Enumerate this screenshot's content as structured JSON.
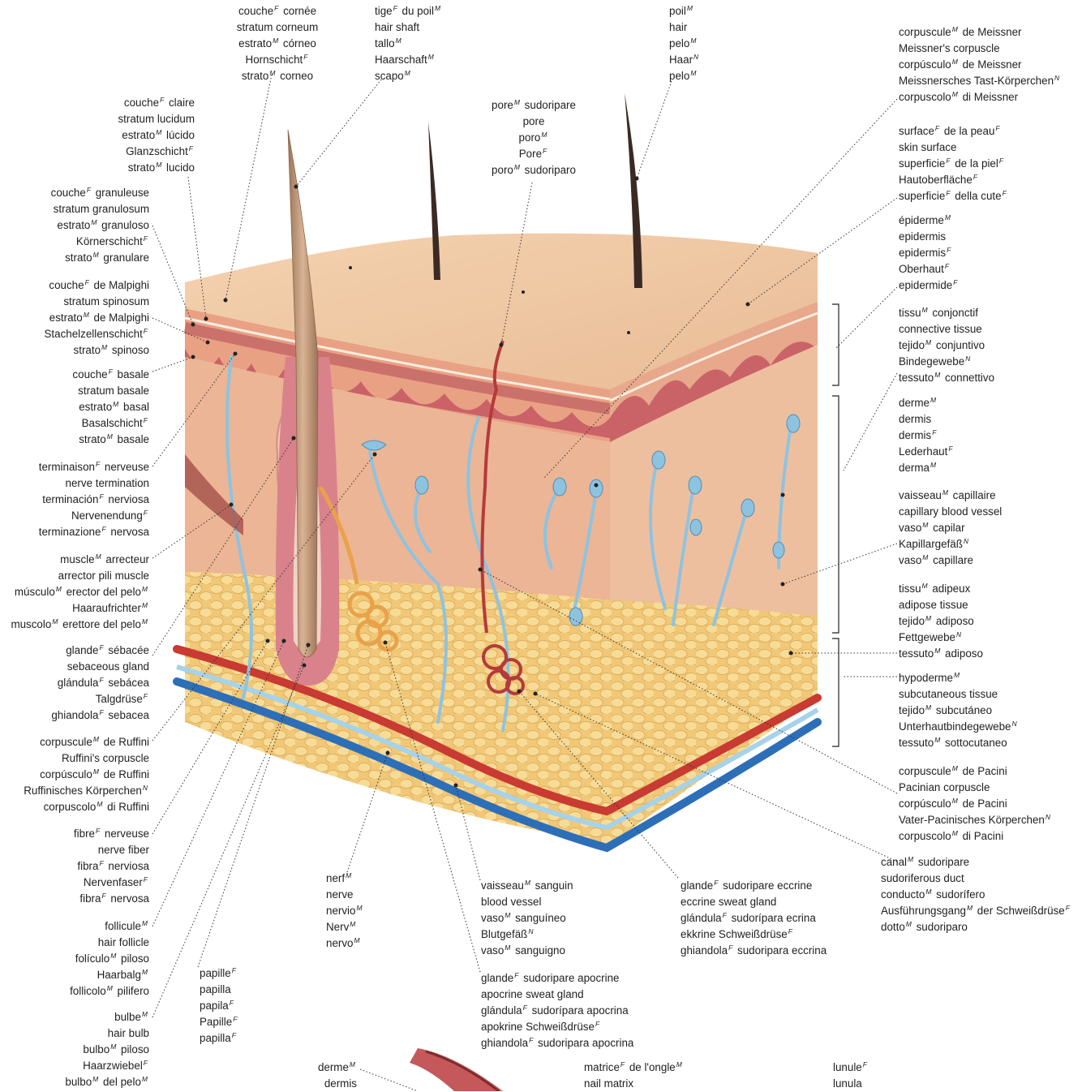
{
  "labels": [
    {
      "id": "stratum-corneum",
      "lines": [
        "couche^F cornée",
        "stratum corneum",
        "estrato^M córneo",
        "Hornschicht^F",
        "strato^M corneo"
      ]
    },
    {
      "id": "hair-shaft",
      "lines": [
        "tige^F du poil^M",
        "hair shaft",
        "tallo^M",
        "Haarschaft^M",
        "scapo^M"
      ]
    },
    {
      "id": "hair",
      "lines": [
        "poil^M",
        "hair",
        "pelo^M",
        "Haar^N",
        "pelo^M"
      ]
    },
    {
      "id": "meissner-corpuscle",
      "lines": [
        "corpuscule^M de Meissner",
        "Meissner's corpuscle",
        "corpúsculo^M de Meissner",
        "Meissnersches Tast-Körperchen^N",
        "corpuscolo^M di Meissner"
      ]
    },
    {
      "id": "stratum-lucidum",
      "lines": [
        "couche^F claire",
        "stratum lucidum",
        "estrato^M lúcido",
        "Glanzschicht^F",
        "strato^M lucido"
      ]
    },
    {
      "id": "pore",
      "lines": [
        "pore^M sudoripare",
        "pore",
        "poro^M",
        "Pore^F",
        "poro^M sudoriparo"
      ]
    },
    {
      "id": "skin-surface",
      "lines": [
        "surface^F de la peau^F",
        "skin surface",
        "superficie^F de la piel^F",
        "Hautoberfläche^F",
        "superficie^F della cute^F"
      ]
    },
    {
      "id": "stratum-granulosum",
      "lines": [
        "couche^F granuleuse",
        "stratum granulosum",
        "estrato^M granuloso",
        "Körnerschicht^F",
        "strato^M granulare"
      ]
    },
    {
      "id": "epidermis",
      "lines": [
        "épiderme^M",
        "epidermis",
        "epidermis^F",
        "Oberhaut^F",
        "epidermide^F"
      ]
    },
    {
      "id": "stratum-spinosum",
      "lines": [
        "couche^F de Malpighi",
        "stratum spinosum",
        "estrato^M de Malpighi",
        "Stachelzellenschicht^F",
        "strato^M spinoso"
      ]
    },
    {
      "id": "connective-tissue",
      "lines": [
        "tissu^M conjonctif",
        "connective tissue",
        "tejido^M conjuntivo",
        "Bindegewebe^N",
        "tessuto^M connettivo"
      ]
    },
    {
      "id": "stratum-basale",
      "lines": [
        "couche^F basale",
        "stratum basale",
        "estrato^M basal",
        "Basalschicht^F",
        "strato^M basale"
      ]
    },
    {
      "id": "dermis",
      "lines": [
        "derme^M",
        "dermis",
        "dermis^F",
        "Lederhaut^F",
        "derma^M"
      ]
    },
    {
      "id": "nerve-termination",
      "lines": [
        "terminaison^F nerveuse",
        "nerve termination",
        "terminación^F nerviosa",
        "Nervenendung^F",
        "terminazione^F nervosa"
      ]
    },
    {
      "id": "capillary",
      "lines": [
        "vaisseau^M capillaire",
        "capillary blood vessel",
        "vaso^M capilar",
        "Kapillargefäß^N",
        "vaso^M capillare"
      ]
    },
    {
      "id": "arrector-pili",
      "lines": [
        "muscle^M arrecteur",
        "arrector pili muscle",
        "músculo^M erector del pelo^M",
        "Haaraufrichter^M",
        "muscolo^M erettore del pelo^M"
      ]
    },
    {
      "id": "adipose-tissue",
      "lines": [
        "tissu^M adipeux",
        "adipose tissue",
        "tejido^M adiposo",
        "Fettgewebe^N",
        "tessuto^M adiposo"
      ]
    },
    {
      "id": "sebaceous-gland",
      "lines": [
        "glande^F sébacée",
        "sebaceous gland",
        "glándula^F sebácea",
        "Talgdrüse^F",
        "ghiandola^F sebacea"
      ]
    },
    {
      "id": "hypodermis",
      "lines": [
        "hypoderme^M",
        "subcutaneous tissue",
        "tejido^M subcutáneo",
        "Unterhautbindegewebe^N",
        "tessuto^M sottocutaneo"
      ]
    },
    {
      "id": "ruffini-corpuscle",
      "lines": [
        "corpuscule^M de Ruffini",
        "Ruffini's corpuscle",
        "corpúsculo^M de Ruffini",
        "Ruffinisches Körperchen^N",
        "corpuscolo^M di Ruffini"
      ]
    },
    {
      "id": "pacinian-corpuscle",
      "lines": [
        "corpuscule^M de Pacini",
        "Pacinian corpuscle",
        "corpúsculo^M de Pacini",
        "Vater-Pacinisches Körperchen^N",
        "corpuscolo^M di Pacini"
      ]
    },
    {
      "id": "nerve-fiber",
      "lines": [
        "fibre^F nerveuse",
        "nerve fiber",
        "fibra^F nerviosa",
        "Nervenfaser^F",
        "fibra^F nervosa"
      ]
    },
    {
      "id": "sudoriferous-duct",
      "lines": [
        "canal^M sudoripare",
        "sudoriferous duct",
        "conducto^M sudorífero",
        "Ausführungsgang^M der Schweißdrüse^F",
        "dotto^M sudoriparo"
      ]
    },
    {
      "id": "nerve",
      "lines": [
        "nerf^M",
        "nerve",
        "nervio^M",
        "Nerv^M",
        "nervo^M"
      ]
    },
    {
      "id": "blood-vessel",
      "lines": [
        "vaisseau^M sanguin",
        "blood vessel",
        "vaso^M sanguíneo",
        "Blutgefäß^N",
        "vaso^M sanguigno"
      ]
    },
    {
      "id": "eccrine-gland",
      "lines": [
        "glande^F sudoripare eccrine",
        "eccrine sweat gland",
        "glándula^F sudorípara ecrina",
        "ekkrine Schweißdrüse^F",
        "ghiandola^F sudoripara eccrina"
      ]
    },
    {
      "id": "hair-follicle",
      "lines": [
        "follicule^M",
        "hair follicle",
        "folículo^M piloso",
        "Haarbalg^M",
        "follicolo^M pilifero"
      ]
    },
    {
      "id": "papilla",
      "lines": [
        "papille^F",
        "papilla",
        "papila^F",
        "Papille^F",
        "papilla^F"
      ]
    },
    {
      "id": "apocrine-gland",
      "lines": [
        "glande^F sudoripare apocrine",
        "apocrine sweat gland",
        "glándula^F sudorípara apocrina",
        "apokrine Schweißdrüse^F",
        "ghiandola^F sudoripara apocrina"
      ]
    },
    {
      "id": "hair-bulb",
      "lines": [
        "bulbe^M",
        "hair bulb",
        "bulbo^M piloso",
        "Haarzwiebel^F",
        "bulbo^M del pelo^M"
      ]
    },
    {
      "id": "nail-dermis",
      "lines": [
        "derme^M",
        "dermis"
      ]
    },
    {
      "id": "nail-matrix",
      "lines": [
        "matrice^F de l'ongle^M",
        "nail matrix"
      ]
    },
    {
      "id": "lunula",
      "lines": [
        "lunule^F",
        "lunula"
      ]
    }
  ],
  "colors": {
    "epidermis_top": "#f1c9a6",
    "dermis": "#ecb595",
    "papillary_red": "#c5525a",
    "fat": "#f1cd7e",
    "artery": "#c83a32",
    "vein": "#2c6fb8",
    "nerve": "#8ec3e0",
    "hair": "#c19a7a"
  }
}
